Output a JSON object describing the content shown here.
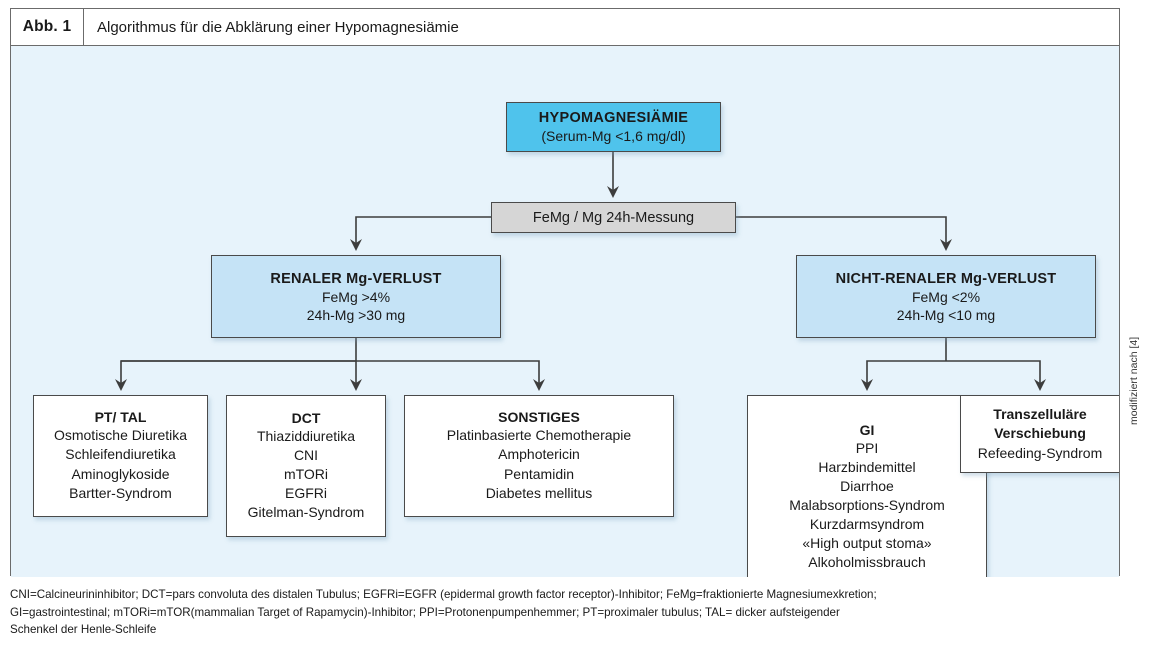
{
  "figure": {
    "label": "Abb. 1",
    "title": "Algorithmus für die Abklärung einer Hypomagnesiämie",
    "credit": "modifiziert nach [4]"
  },
  "colors": {
    "panel_background": "#e7f3fb",
    "top_node": "#4fc3ec",
    "branch_node": "#c5e3f6",
    "measure_node": "#d6d6d6",
    "leaf_node": "#ffffff",
    "border": "#4a4a4a"
  },
  "nodes": {
    "top": {
      "title": "HYPOMAGNESIÄMIE",
      "line1": "(Serum-Mg <1,6 mg/dl)"
    },
    "measurement": {
      "label": "FeMg / Mg 24h-Messung"
    },
    "renal": {
      "title": "RENALER Mg-VERLUST",
      "line1": "FeMg >4%",
      "line2": "24h-Mg  >30 mg"
    },
    "nonrenal": {
      "title": "NICHT-RENALER Mg-VERLUST",
      "line1": "FeMg <2%",
      "line2": "24h-Mg <10 mg"
    },
    "pt_tal": {
      "title": "PT/ TAL",
      "items": [
        "Osmotische Diuretika",
        "Schleifendiuretika",
        "Aminoglykoside",
        "Bartter-Syndrom"
      ]
    },
    "dct": {
      "title": "DCT",
      "items": [
        "Thiaziddiuretika",
        "CNI",
        "mTORi",
        "EGFRi",
        "Gitelman-Syndrom"
      ]
    },
    "sonstiges": {
      "title": "SONSTIGES",
      "items": [
        "Platinbasierte Chemotherapie",
        "Amphotericin",
        "Pentamidin",
        "Diabetes mellitus"
      ]
    },
    "gi": {
      "title": "GI",
      "items": [
        "PPI",
        "Harzbindemittel",
        "Diarrhoe",
        "Malabsorptions-Syndrom",
        "Kurzdarmsyndrom",
        "«High output stoma»",
        "Alkoholmissbrauch"
      ]
    },
    "transcellular": {
      "title_line1": "Transzelluläre",
      "title_line2": "Verschiebung",
      "items": [
        "Refeeding-Syndrom"
      ]
    }
  },
  "footnote": {
    "line1": "CNI=Calcineurininhibitor; DCT=pars convoluta des distalen Tubulus; EGFRi=EGFR (epidermal growth factor receptor)-Inhibitor; FeMg=fraktionierte Magnesiumexkretion;",
    "line2": "GI=gastrointestinal; mTORi=mTOR(mammalian Target of Rapamycin)-Inhibitor; PPI=Protonenpumpenhemmer; PT=proximaler tubulus; TAL= dicker aufsteigender",
    "line3": "Schenkel der Henle-Schleife"
  }
}
